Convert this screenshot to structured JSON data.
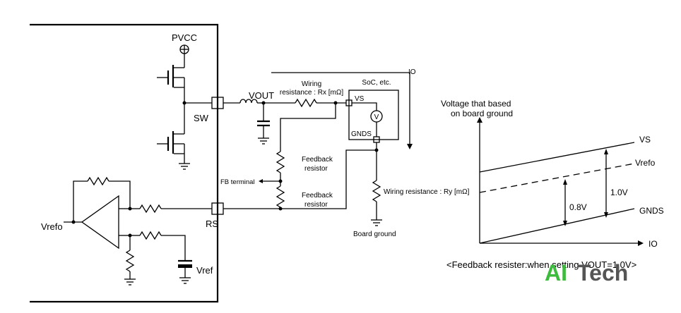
{
  "circuit": {
    "labels": {
      "pvcc": "PVCC",
      "sw": "SW",
      "vout": "VOUT",
      "rs": "RS",
      "vrefo": "Vrefo",
      "vref": "Vref",
      "wiring_rx": [
        "Wiring",
        "resistance : Rx [mΩ]"
      ],
      "soc": "SoC, etc.",
      "vs": "VS",
      "gnds": "GNDS",
      "voltmeter": "V",
      "io": "IO",
      "feedback1": [
        "Feedback",
        "resistor"
      ],
      "feedback2": [
        "Feedback",
        "resistor"
      ],
      "fb_terminal": "FB terminal",
      "wiring_ry": "Wiring resistance : Ry [mΩ]",
      "board_ground": "Board ground"
    }
  },
  "graph": {
    "ylabel": [
      "Voltage that based",
      "on board ground"
    ],
    "xlabel": "IO",
    "lines": {
      "vs": "VS",
      "vrefo": "Vrefo",
      "gnds": "GNDS"
    },
    "measures": {
      "low": "0.8V",
      "high": "1.0V"
    },
    "caption": "<Feedback resister:when setting VOUT=1.0V>"
  },
  "logo": {
    "part1": "AI",
    "part2": "Tech"
  }
}
